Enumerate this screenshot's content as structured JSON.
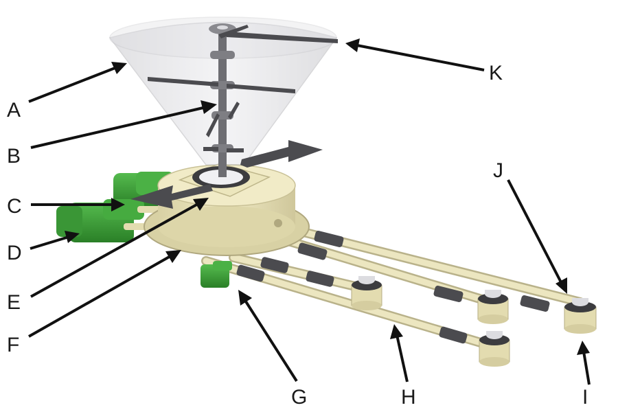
{
  "diagram": {
    "labels": [
      {
        "id": "A",
        "text": "A"
      },
      {
        "id": "B",
        "text": "B"
      },
      {
        "id": "C",
        "text": "C"
      },
      {
        "id": "D",
        "text": "D"
      },
      {
        "id": "E",
        "text": "E"
      },
      {
        "id": "F",
        "text": "F"
      },
      {
        "id": "G",
        "text": "G"
      },
      {
        "id": "H",
        "text": "H"
      },
      {
        "id": "I",
        "text": "I"
      },
      {
        "id": "J",
        "text": "J"
      },
      {
        "id": "K",
        "text": "K"
      }
    ]
  },
  "colors": {
    "hopper": "#d9d9dc",
    "hopper_edge": "#b7b7bb",
    "body": "#e8e2b6",
    "body_dark": "#c9c197",
    "motor": "#3fa33a",
    "motor_dark": "#2a7a27",
    "shaft": "#6e6e73",
    "rubber": "#4b4b4f",
    "arrow": "#111111"
  }
}
